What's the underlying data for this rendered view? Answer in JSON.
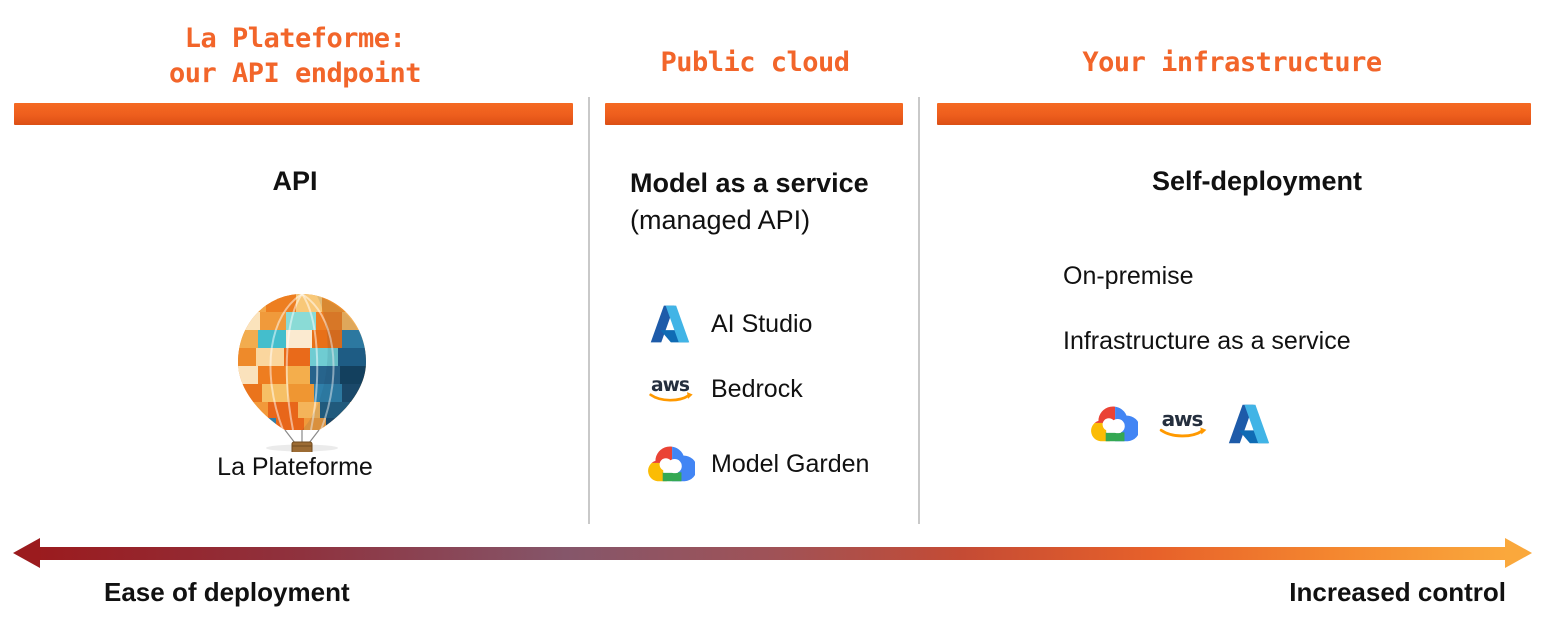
{
  "slide": {
    "columns": [
      {
        "header": "La Plateforme:\nour API endpoint",
        "title": "API",
        "caption": "La Plateforme",
        "image": "hot-air-balloon"
      },
      {
        "header": "Public cloud",
        "title": "Model as a service",
        "subtitle": "(managed API)",
        "items": [
          {
            "icon": "azure-logo",
            "label": "AI Studio"
          },
          {
            "icon": "aws-logo",
            "label": "Bedrock"
          },
          {
            "icon": "google-cloud-logo",
            "label": "Model Garden"
          }
        ]
      },
      {
        "header": "Your infrastructure",
        "title": "Self-deployment",
        "options": [
          "On-premise",
          "Infrastructure as a service"
        ],
        "logos": [
          "google-cloud-logo",
          "aws-logo",
          "azure-logo"
        ]
      }
    ],
    "axis": {
      "left": "Ease of deployment",
      "right": "Increased control"
    },
    "icons": {
      "aws_wordmark": "aws"
    },
    "colors": {
      "accent_orange": "#F2652A",
      "bar_orange_top": "#F56A22",
      "bar_orange_bottom": "#DB4F15",
      "divider_gray": "#C9C9C9",
      "arrow_dark_red": "#9B1B1E",
      "arrow_yellow": "#FAA83C",
      "aws_navy": "#252F3E",
      "aws_orange": "#FF9900",
      "azure_blue_dark": "#1E5BA9",
      "azure_blue_light": "#41B4E6",
      "gcloud_red": "#EA4335",
      "gcloud_yellow": "#FBBC05",
      "gcloud_blue": "#4285F4",
      "gcloud_green": "#34A853"
    }
  }
}
